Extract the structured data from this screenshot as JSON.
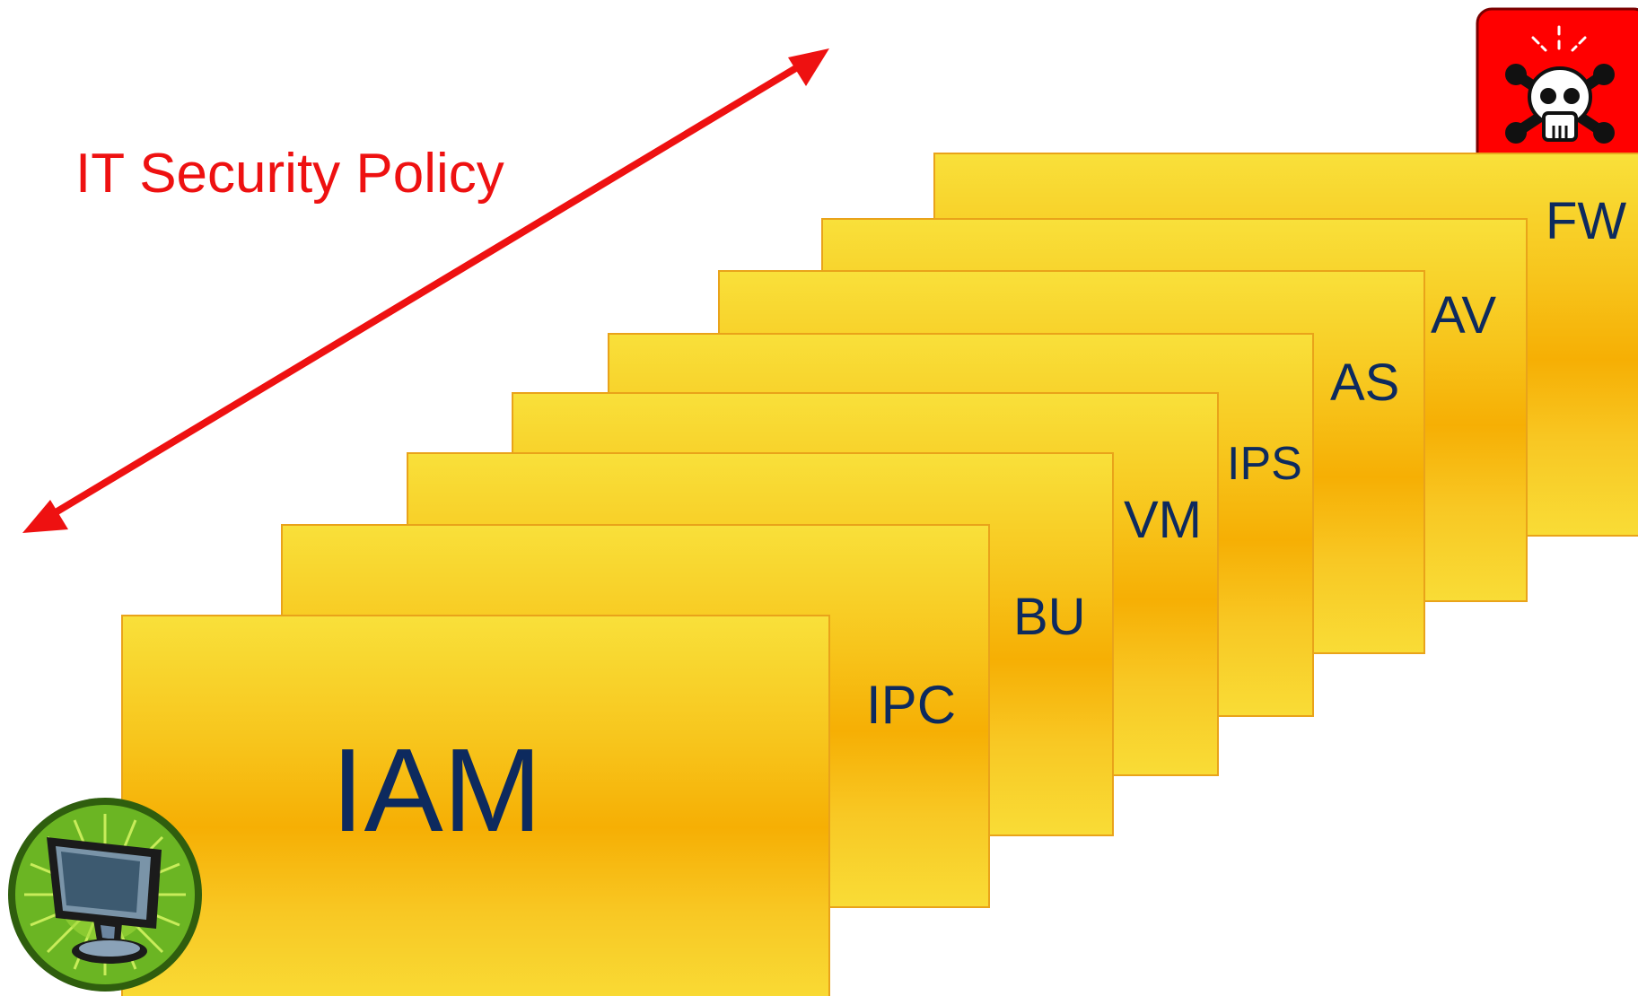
{
  "policy": {
    "label": "IT Security Policy",
    "color": "#ee1111"
  },
  "layers": [
    {
      "id": "fw",
      "label": "FW"
    },
    {
      "id": "av",
      "label": "AV"
    },
    {
      "id": "as",
      "label": "AS"
    },
    {
      "id": "ips",
      "label": "IPS"
    },
    {
      "id": "vm",
      "label": "VM"
    },
    {
      "id": "bu",
      "label": "BU"
    },
    {
      "id": "ipc",
      "label": "IPC"
    },
    {
      "id": "iam",
      "label": "IAM"
    }
  ],
  "icons": {
    "threat": "skull-crossbones-icon",
    "endpoint": "computer-monitor-icon"
  },
  "colors": {
    "layer_fill": "#f6af04",
    "layer_border": "#e9a31a",
    "label_text": "#0d2a5e",
    "threat_bg": "#ff0000",
    "endpoint_ring": "#5aa01e"
  }
}
